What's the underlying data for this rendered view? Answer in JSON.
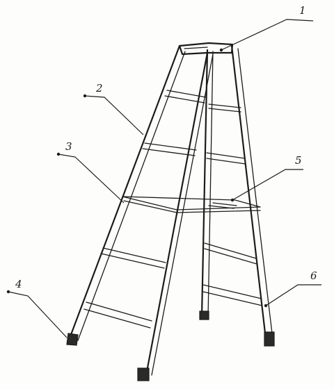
{
  "callouts": [
    {
      "id": "1",
      "text": "1"
    },
    {
      "id": "2",
      "text": "2"
    },
    {
      "id": "3",
      "text": "3"
    },
    {
      "id": "4",
      "text": "4"
    },
    {
      "id": "5",
      "text": "5"
    },
    {
      "id": "6",
      "text": "6"
    }
  ],
  "colors": {
    "ink": "#1b1b1b",
    "paper": "#fdfdfb"
  }
}
